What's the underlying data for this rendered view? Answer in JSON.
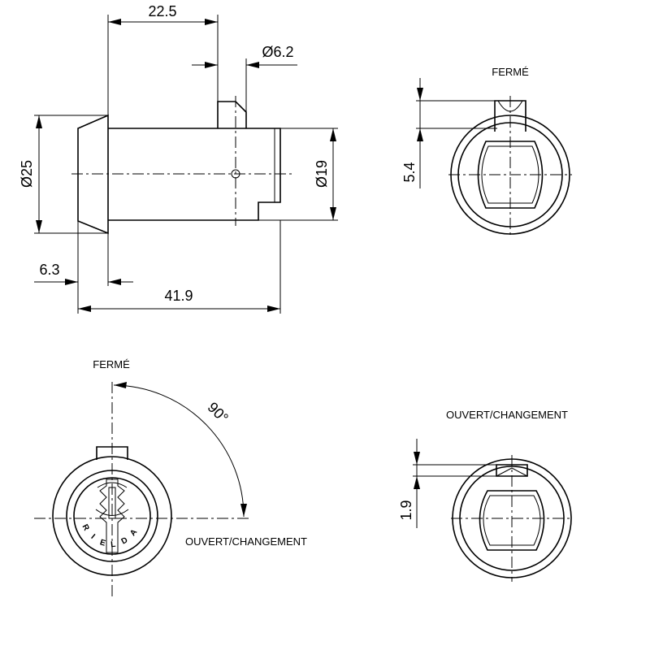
{
  "side_view": {
    "dim_flange_to_cam": "22.5",
    "dim_cam_diameter": "Ø6.2",
    "dim_flange_diameter": "Ø25",
    "dim_body_diameter": "Ø19",
    "dim_flange_thickness": "6.3",
    "dim_overall_length": "41.9"
  },
  "closed_view": {
    "label": "FERMÉ",
    "dim_cam_height": "5.4"
  },
  "front_view": {
    "label_closed": "FERMÉ",
    "label_open": "OUVERT/CHANGEMENT",
    "angle": "90°",
    "brand_letters": [
      "R",
      "I",
      "E",
      "L",
      "D",
      "A"
    ]
  },
  "open_view": {
    "label": "OUVERT/CHANGEMENT",
    "dim_cam_height": "1.9"
  }
}
